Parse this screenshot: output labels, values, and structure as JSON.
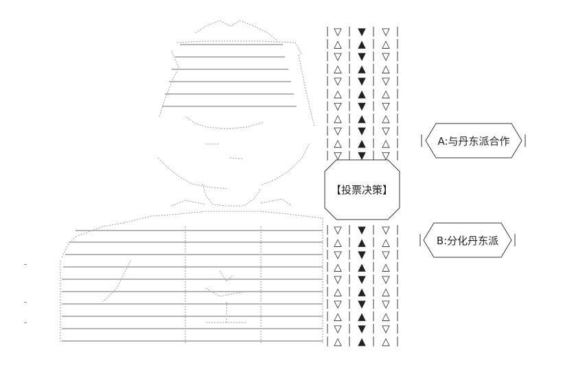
{
  "colors": {
    "ink": "#222222",
    "background": "#ffffff"
  },
  "ascii_art": {
    "note_on_text": "decorative ascii art figure; glyph strokes reproduced as picture",
    "icon": "ascii-art-girl-figure"
  },
  "vote_columns": {
    "symbols": {
      "down_outline": "▽",
      "up_outline": "△",
      "down_filled": "▼",
      "up_filled": "▲"
    }
  },
  "vote_box": {
    "label": "【投票决策】"
  },
  "options": [
    {
      "label": "A:与丹东派合作"
    },
    {
      "label": "B:分化丹东派"
    }
  ]
}
